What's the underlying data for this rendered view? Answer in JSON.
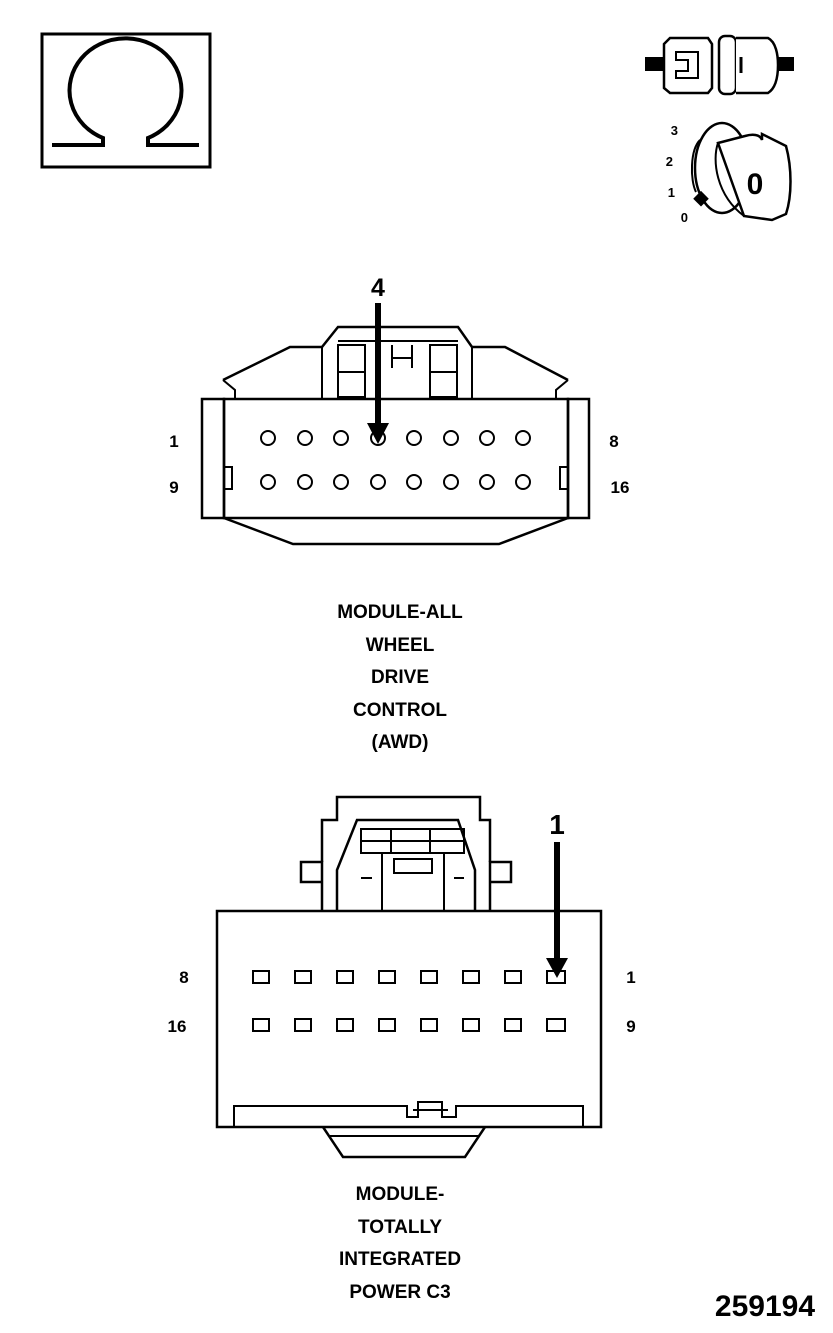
{
  "meter_symbol": {
    "icon": "ohmmeter-omega-icon"
  },
  "ignition_key": {
    "icon": "ignition-key-icon",
    "positions": [
      "3",
      "2",
      "1",
      "0"
    ],
    "key_label": "0"
  },
  "connector_disconnect": {
    "icon": "disconnected-connector-icon"
  },
  "connector_awd": {
    "arrow_label": "4",
    "row1_start": "1",
    "row1_end": "8",
    "row2_start": "9",
    "row2_end": "16",
    "caption": [
      "MODULE-ALL",
      "WHEEL",
      "DRIVE",
      "CONTROL",
      "(AWD)"
    ]
  },
  "connector_tipm": {
    "arrow_label": "1",
    "row1_left": "8",
    "row1_right": "1",
    "row2_left": "16",
    "row2_right": "9",
    "caption": [
      "MODULE-",
      "TOTALLY",
      "INTEGRATED",
      "POWER C3"
    ]
  },
  "figure_id": "259194"
}
